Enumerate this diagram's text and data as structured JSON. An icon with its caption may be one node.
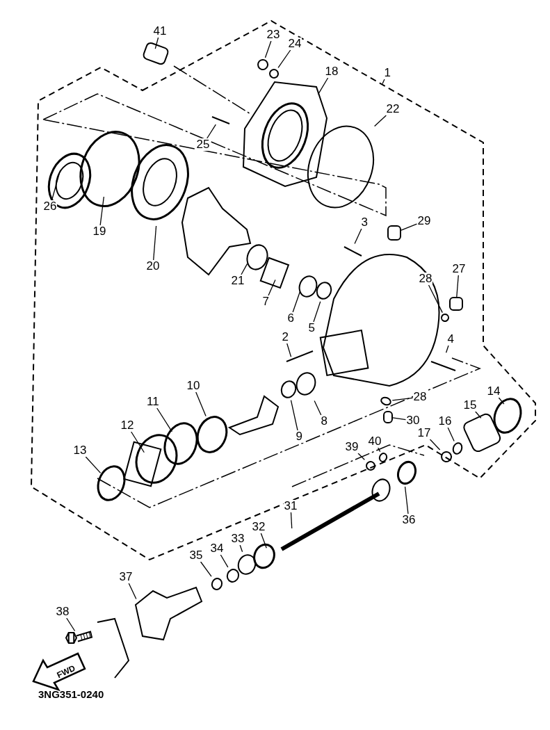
{
  "diagram": {
    "nodes": [
      {
        "text": [
          "41"
        ]
      },
      {
        "text": [
          "23"
        ]
      },
      {
        "text": [
          "24"
        ]
      },
      {
        "text": [
          "18"
        ]
      },
      {
        "text": [
          "1"
        ]
      },
      {
        "text": [
          "22"
        ]
      },
      {
        "text": [
          "25"
        ]
      },
      {
        "text": [
          "26"
        ]
      },
      {
        "text": [
          "19"
        ]
      },
      {
        "text": [
          "20"
        ]
      },
      {
        "text": [
          "3"
        ]
      },
      {
        "text": [
          "29"
        ]
      },
      {
        "text": [
          "21"
        ]
      },
      {
        "text": [
          "27"
        ]
      },
      {
        "text": [
          "28"
        ]
      },
      {
        "text": [
          "7"
        ]
      },
      {
        "text": [
          "6"
        ]
      },
      {
        "text": [
          "5"
        ]
      },
      {
        "text": [
          "2"
        ]
      },
      {
        "text": [
          "4"
        ]
      },
      {
        "text": [
          "10"
        ]
      },
      {
        "text": [
          "28"
        ]
      },
      {
        "text": [
          "14"
        ]
      },
      {
        "text": [
          "11"
        ]
      },
      {
        "text": [
          "15"
        ]
      },
      {
        "text": [
          "8"
        ]
      },
      {
        "text": [
          "30"
        ]
      },
      {
        "text": [
          "16"
        ]
      },
      {
        "text": [
          "12"
        ]
      },
      {
        "text": [
          "17"
        ]
      },
      {
        "text": [
          "9"
        ]
      },
      {
        "text": [
          "40"
        ]
      },
      {
        "text": [
          "13"
        ]
      },
      {
        "text": [
          "39"
        ]
      },
      {
        "text": [
          "31"
        ]
      },
      {
        "text": [
          "36"
        ]
      },
      {
        "text": [
          "32"
        ]
      },
      {
        "text": [
          "33"
        ]
      },
      {
        "text": [
          "34"
        ]
      },
      {
        "text": [
          "35"
        ]
      },
      {
        "text": [
          "37"
        ]
      },
      {
        "text": [
          "38"
        ]
      },
      {
        "text": [],
        "shape": "circle"
      },
      {
        "text": [],
        "shape": "circle"
      },
      {
        "text": [],
        "shape": "box"
      },
      {
        "text": [],
        "shape": "box"
      },
      {
        "text": [],
        "shape": "circle"
      },
      {
        "text": [],
        "shape": "circle"
      },
      {
        "text": [],
        "shape": "circle"
      },
      {
        "text": [],
        "shape": "box"
      },
      {
        "text": [],
        "shape": "circle"
      },
      {
        "text": [],
        "shape": "circle"
      },
      {
        "text": [],
        "shape": "circle"
      },
      {
        "text": [],
        "shape": "circle"
      },
      {
        "text": [],
        "shape": "circle"
      },
      {
        "text": [],
        "shape": "circle"
      },
      {
        "text": [],
        "shape": "circle"
      },
      {
        "text": [],
        "shape": "circle"
      },
      {
        "text": [],
        "shape": "picture"
      }
    ],
    "edges": [
      {
        "from": 0,
        "to": null,
        "arrow": "none"
      },
      {
        "from": 1,
        "to": 42,
        "arrow": "none"
      },
      {
        "from": 2,
        "to": 43,
        "arrow": "none"
      },
      {
        "from": 3,
        "to": null,
        "arrow": "none"
      },
      {
        "from": 4,
        "to": null,
        "arrow": "none"
      },
      {
        "from": 5,
        "to": null,
        "arrow": "none"
      },
      {
        "from": 6,
        "to": null,
        "arrow": "none"
      },
      {
        "from": 7,
        "to": null,
        "arrow": "none"
      },
      {
        "from": 8,
        "to": null,
        "arrow": "none"
      },
      {
        "from": 9,
        "to": null,
        "arrow": "none"
      },
      {
        "from": 10,
        "to": null,
        "arrow": "none"
      },
      {
        "from": 11,
        "to": 44,
        "arrow": "none"
      },
      {
        "from": 12,
        "to": null,
        "arrow": "none"
      },
      {
        "from": 13,
        "to": 45,
        "arrow": "none"
      },
      {
        "from": 14,
        "to": 46,
        "arrow": "none"
      },
      {
        "from": 15,
        "to": null,
        "arrow": "none"
      },
      {
        "from": 16,
        "to": null,
        "arrow": "none"
      },
      {
        "from": 17,
        "to": 47,
        "arrow": "none"
      },
      {
        "from": 18,
        "to": null,
        "arrow": "none"
      },
      {
        "from": 19,
        "to": null,
        "arrow": "none"
      },
      {
        "from": 20,
        "to": null,
        "arrow": "none"
      },
      {
        "from": 21,
        "to": 48,
        "arrow": "none"
      },
      {
        "from": 22,
        "to": null,
        "arrow": "none"
      },
      {
        "from": 23,
        "to": null,
        "arrow": "none"
      },
      {
        "from": 24,
        "to": null,
        "arrow": "none"
      },
      {
        "from": 25,
        "to": null,
        "arrow": "none"
      },
      {
        "from": 26,
        "to": 49,
        "arrow": "none"
      },
      {
        "from": 27,
        "to": 50,
        "arrow": "none"
      },
      {
        "from": 28,
        "to": null,
        "arrow": "none"
      },
      {
        "from": 29,
        "to": 51,
        "arrow": "none"
      },
      {
        "from": 30,
        "to": 52,
        "arrow": "none"
      },
      {
        "from": 31,
        "to": 53,
        "arrow": "none"
      },
      {
        "from": 32,
        "to": null,
        "arrow": "none"
      },
      {
        "from": 33,
        "to": 54,
        "arrow": "none"
      },
      {
        "from": 34,
        "to": null,
        "arrow": "none"
      },
      {
        "from": 35,
        "to": null,
        "arrow": "none"
      },
      {
        "from": 36,
        "to": null,
        "arrow": "none"
      },
      {
        "from": 37,
        "to": 55,
        "arrow": "none"
      },
      {
        "from": 38,
        "to": 56,
        "arrow": "none"
      },
      {
        "from": 39,
        "to": 57,
        "arrow": "none"
      },
      {
        "from": 40,
        "to": null,
        "arrow": "none"
      },
      {
        "from": 41,
        "to": 58,
        "arrow": "none"
      }
    ],
    "labels": [
      "FWD",
      "3NG351-0240"
    ]
  }
}
